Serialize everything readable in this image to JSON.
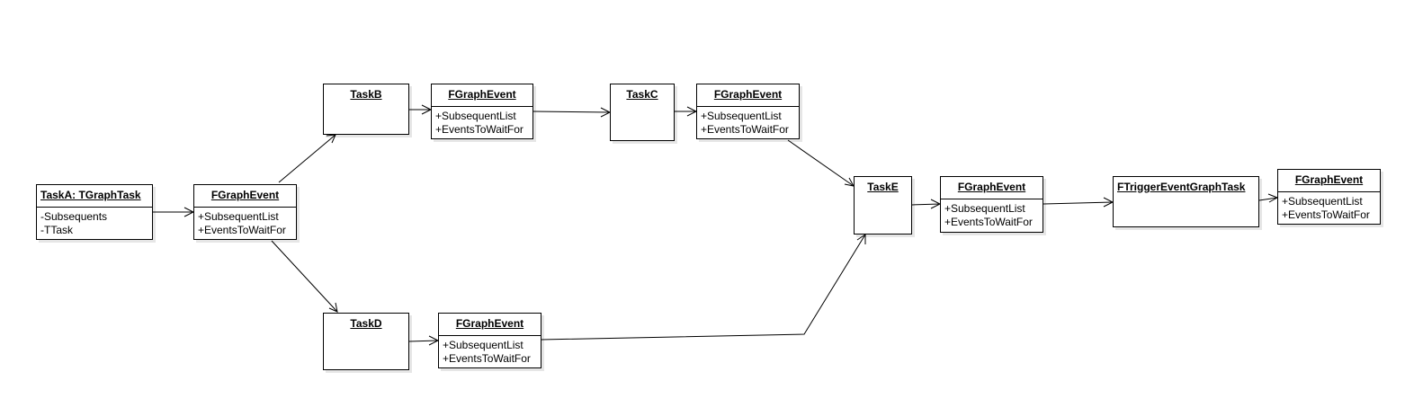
{
  "nodes": {
    "task_a": {
      "title": "TaskA: TGraphTask",
      "attributes": [
        "-Subsequents",
        "-TTask"
      ]
    },
    "event_a": {
      "title": "FGraphEvent",
      "attributes": [
        "+SubsequentList",
        "+EventsToWaitFor"
      ]
    },
    "task_b": {
      "title": "TaskB",
      "attributes": []
    },
    "event_b": {
      "title": "FGraphEvent",
      "attributes": [
        "+SubsequentList",
        "+EventsToWaitFor"
      ]
    },
    "task_c": {
      "title": "TaskC",
      "attributes": []
    },
    "event_c": {
      "title": "FGraphEvent",
      "attributes": [
        "+SubsequentList",
        "+EventsToWaitFor"
      ]
    },
    "task_d": {
      "title": "TaskD",
      "attributes": []
    },
    "event_d": {
      "title": "FGraphEvent",
      "attributes": [
        "+SubsequentList",
        "+EventsToWaitFor"
      ]
    },
    "task_e": {
      "title": "TaskE",
      "attributes": []
    },
    "event_e": {
      "title": "FGraphEvent",
      "attributes": [
        "+SubsequentList",
        "+EventsToWaitFor"
      ]
    },
    "trigger_task": {
      "title": "FTriggerEventGraphTask",
      "attributes": []
    },
    "event_final": {
      "title": "FGraphEvent",
      "attributes": [
        "+SubsequentList",
        "+EventsToWaitFor"
      ]
    }
  },
  "edges": [
    {
      "from": "task_a",
      "to": "event_a"
    },
    {
      "from": "event_a",
      "to": "task_b"
    },
    {
      "from": "event_a",
      "to": "task_d"
    },
    {
      "from": "task_b",
      "to": "event_b"
    },
    {
      "from": "event_b",
      "to": "task_c"
    },
    {
      "from": "task_c",
      "to": "event_c"
    },
    {
      "from": "event_c",
      "to": "task_e"
    },
    {
      "from": "task_d",
      "to": "event_d"
    },
    {
      "from": "event_d",
      "to": "task_e"
    },
    {
      "from": "task_e",
      "to": "event_e"
    },
    {
      "from": "event_e",
      "to": "trigger_task"
    },
    {
      "from": "trigger_task",
      "to": "event_final"
    }
  ]
}
